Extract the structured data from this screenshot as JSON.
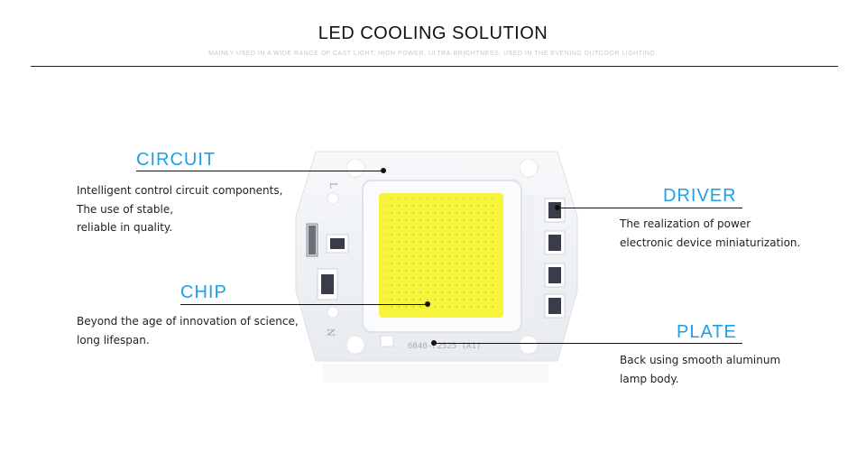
{
  "header": {
    "title": "LED COOLING SOLUTION",
    "subtitle": "MAINLY USED IN A WIDE RANGE OF CAST LIGHT, HIGH POWER, ULTRA-BRIGHTNESS, USED IN THE EVENING OUTDOOR LIGHTING."
  },
  "callouts": {
    "circuit": {
      "title": "CIRCUIT",
      "lines": [
        "Intelligent control circuit components,",
        "The use of stable,",
        "reliable in quality."
      ]
    },
    "chip": {
      "title": "CHIP",
      "lines": [
        "Beyond the age of innovation of science,",
        "long lifespan."
      ]
    },
    "driver": {
      "title": "DRIVER",
      "lines": [
        "The realization of power",
        "electronic device miniaturization."
      ]
    },
    "plate": {
      "title": "PLATE",
      "lines": [
        "Back using smooth aluminum",
        "lamp body."
      ]
    }
  },
  "product": {
    "marking": "6040-F2525 (A1)",
    "pin_n": "N",
    "pin_l": "L"
  },
  "colors": {
    "accent": "#1ea0e6",
    "chip": "#f6f53a",
    "driver_chip": "#3a3c4a",
    "board": "#f1f3f6"
  }
}
